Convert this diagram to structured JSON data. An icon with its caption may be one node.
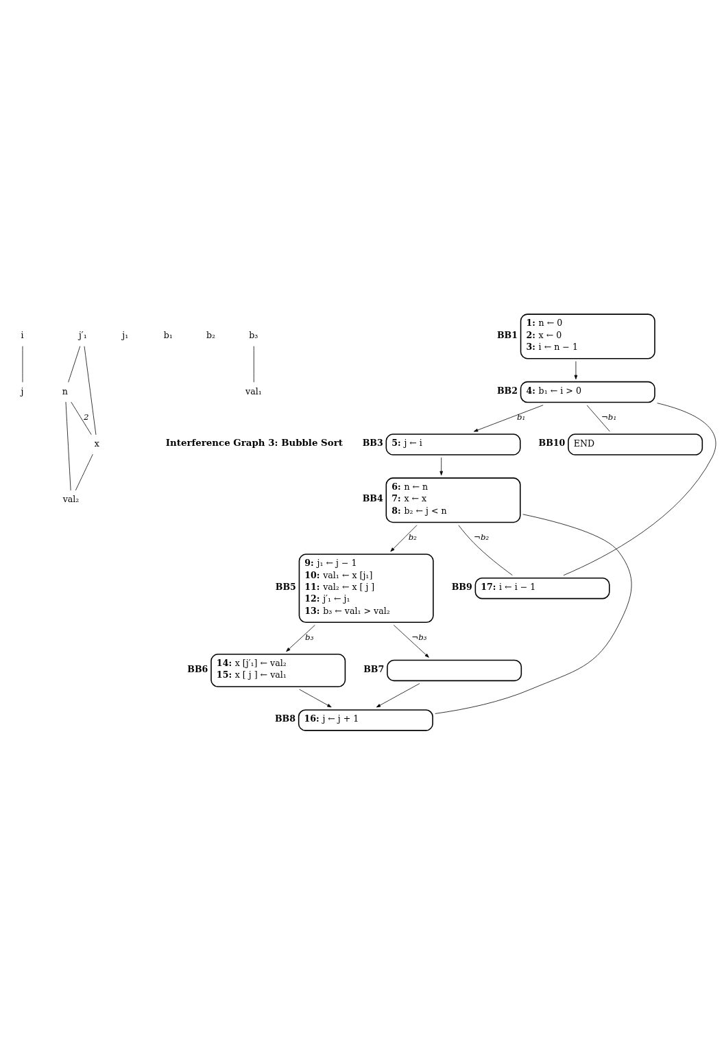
{
  "diagram": {
    "nodes": [
      {
        "text": [
          "i"
        ]
      },
      {
        "text": [
          "j′₁"
        ]
      },
      {
        "text": [
          "j₁"
        ]
      },
      {
        "text": [
          "j"
        ]
      },
      {
        "text": [
          "b₁"
        ]
      },
      {
        "text": [
          "n"
        ]
      },
      {
        "text": [
          "b₂"
        ]
      },
      {
        "text": [
          "x"
        ]
      },
      {
        "text": [
          "b₃"
        ]
      },
      {
        "text": [
          "val₂"
        ]
      },
      {
        "text": [
          "val₁"
        ]
      },
      {
        "text": [
          "BB1",
          "1: n ← 0",
          "2: x ← 0",
          "3: i ← n − 1"
        ]
      },
      {
        "text": [
          "BB2",
          "4: b₁ ← i > 0"
        ]
      },
      {
        "text": [
          "BB3",
          "5: j ← i"
        ]
      },
      {
        "text": [
          "BB4",
          "6: n ← n",
          "7: x ← x",
          "8: b₂ ← j < n"
        ]
      },
      {
        "text": [
          "BB5",
          "9: j₁ ← j − 1",
          "10: val₁ ← x [j₁]",
          "11: val₂ ← x [ j ]",
          "12: j′₁ ← j₁",
          "13: b₃ ← val₁ > val₂"
        ]
      },
      {
        "text": [
          "BB6",
          "14: x [j′₁] ← val₂",
          "15: x [ j ] ← val₁"
        ]
      },
      {
        "text": [
          "BB7"
        ]
      },
      {
        "text": [
          "BB8",
          "16: j ← j + 1"
        ]
      },
      {
        "text": [
          "BB9",
          "17: i ← i − 1"
        ]
      },
      {
        "text": [
          "BB10",
          "END"
        ]
      }
    ],
    "edges": [
      {
        "from": 0,
        "to": 3,
        "arrow": "none"
      },
      {
        "from": 1,
        "to": 5,
        "arrow": "none"
      },
      {
        "from": 1,
        "to": 7,
        "arrow": "none"
      },
      {
        "from": 5,
        "to": 7,
        "arrow": "none",
        "label": "2"
      },
      {
        "from": 5,
        "to": 9,
        "arrow": "none"
      },
      {
        "from": 7,
        "to": 9,
        "arrow": "none"
      },
      {
        "from": 8,
        "to": 10,
        "arrow": "none"
      },
      {
        "from": 11,
        "to": 12,
        "arrow": "to"
      },
      {
        "from": 12,
        "to": 13,
        "arrow": "to",
        "label": "b₁"
      },
      {
        "from": 12,
        "to": 20,
        "arrow": "none",
        "label": "¬b₁"
      },
      {
        "from": 13,
        "to": 14,
        "arrow": "to"
      },
      {
        "from": 14,
        "to": 15,
        "arrow": "to",
        "label": "b₂"
      },
      {
        "from": 14,
        "to": 19,
        "arrow": "none",
        "label": "¬b₂"
      },
      {
        "from": 15,
        "to": 16,
        "arrow": "to",
        "label": "b₃"
      },
      {
        "from": 15,
        "to": 17,
        "arrow": "to",
        "label": "¬b₃"
      },
      {
        "from": 16,
        "to": 18,
        "arrow": "to"
      },
      {
        "from": 17,
        "to": 18,
        "arrow": "to"
      },
      {
        "from": 18,
        "to": 14,
        "arrow": "none"
      },
      {
        "from": 19,
        "to": 12,
        "arrow": "none"
      }
    ],
    "labels": [
      "Interference Graph 3: Bubble Sort"
    ]
  }
}
